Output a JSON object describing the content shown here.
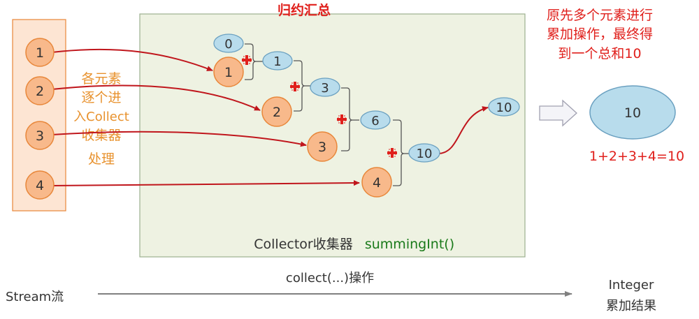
{
  "title": "归约汇总",
  "annotation": {
    "lines": [
      "原先多个元素进行",
      "累加操作，最终得",
      "到一个总和10"
    ]
  },
  "stream_items": [
    "1",
    "2",
    "3",
    "4"
  ],
  "stream_note": {
    "lines": [
      "各元素",
      "逐个进",
      "入Collect",
      "收集器",
      "处理"
    ]
  },
  "reduction": {
    "accumulators": [
      "0",
      "1",
      "3",
      "6",
      "10"
    ],
    "inputs": [
      "1",
      "2",
      "3",
      "4"
    ],
    "output": "10"
  },
  "collector_label": {
    "name": "Collector收集器",
    "method": "summingInt()"
  },
  "result": {
    "value": "10",
    "equation": "1+2+3+4=10"
  },
  "bottom": {
    "stream_label": "Stream流",
    "operation": "collect(...)操作",
    "result_type": "Integer",
    "result_desc": "累加结果"
  },
  "colors": {
    "orange_fill": "#f8b98b",
    "orange_stroke": "#e8873a",
    "blue_fill": "#b8dcec",
    "blue_stroke": "#6aa0c0",
    "box_fill": "#eef2e2",
    "box_stroke": "#9cb090",
    "arrow_red": "#c0161c",
    "text_red": "#e0201c",
    "text_orange": "#e8922e"
  }
}
